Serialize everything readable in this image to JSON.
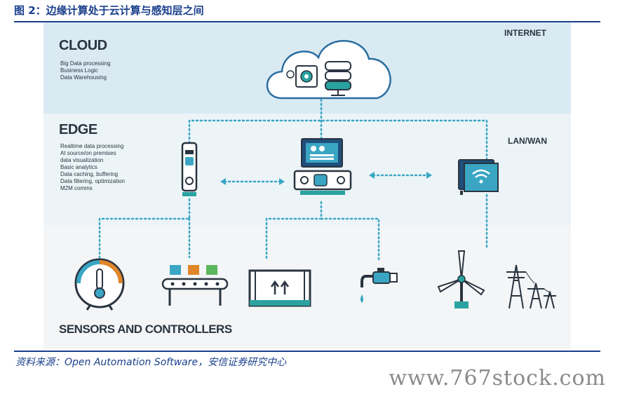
{
  "figure": {
    "title": "图 2：边缘计算处于云计算与感知层之间",
    "source": "资料来源：Open Automation Software，安信证券研究中心",
    "watermark": "www.767stock.com"
  },
  "layers": {
    "cloud": {
      "title": "CLOUD",
      "items": [
        "Big Data processing",
        "Business Logic",
        "Data Warehousing"
      ]
    },
    "edge": {
      "title": "EDGE",
      "items": [
        "Realtime data processing",
        "At source/on premises",
        "data visualization",
        "Basic analytics",
        "Data caching, buffering",
        "Data filtering, optimization",
        "M2M comms"
      ]
    },
    "sensors": {
      "title": "SENSORS AND CONTROLLERS"
    }
  },
  "network_labels": {
    "internet": "INTERNET",
    "lan_wan": "LAN/WAN"
  },
  "icons": {
    "cloud": [
      "gear-chip-icon",
      "server-icon"
    ],
    "edge": [
      "edge-controller-icon",
      "edge-gateway-icon",
      "wifi-router-icon"
    ],
    "sensors": [
      "thermometer-gauge-icon",
      "conveyor-belt-icon",
      "package-this-side-up-icon",
      "water-faucet-icon",
      "wind-turbine-icon",
      "power-transmission-tower-icon"
    ]
  },
  "colors": {
    "title_blue": "#1a3f8c",
    "accent_teal": "#2aa3a0",
    "dotted_line": "#3aa6c4",
    "dark_icon": "#2a3440"
  }
}
